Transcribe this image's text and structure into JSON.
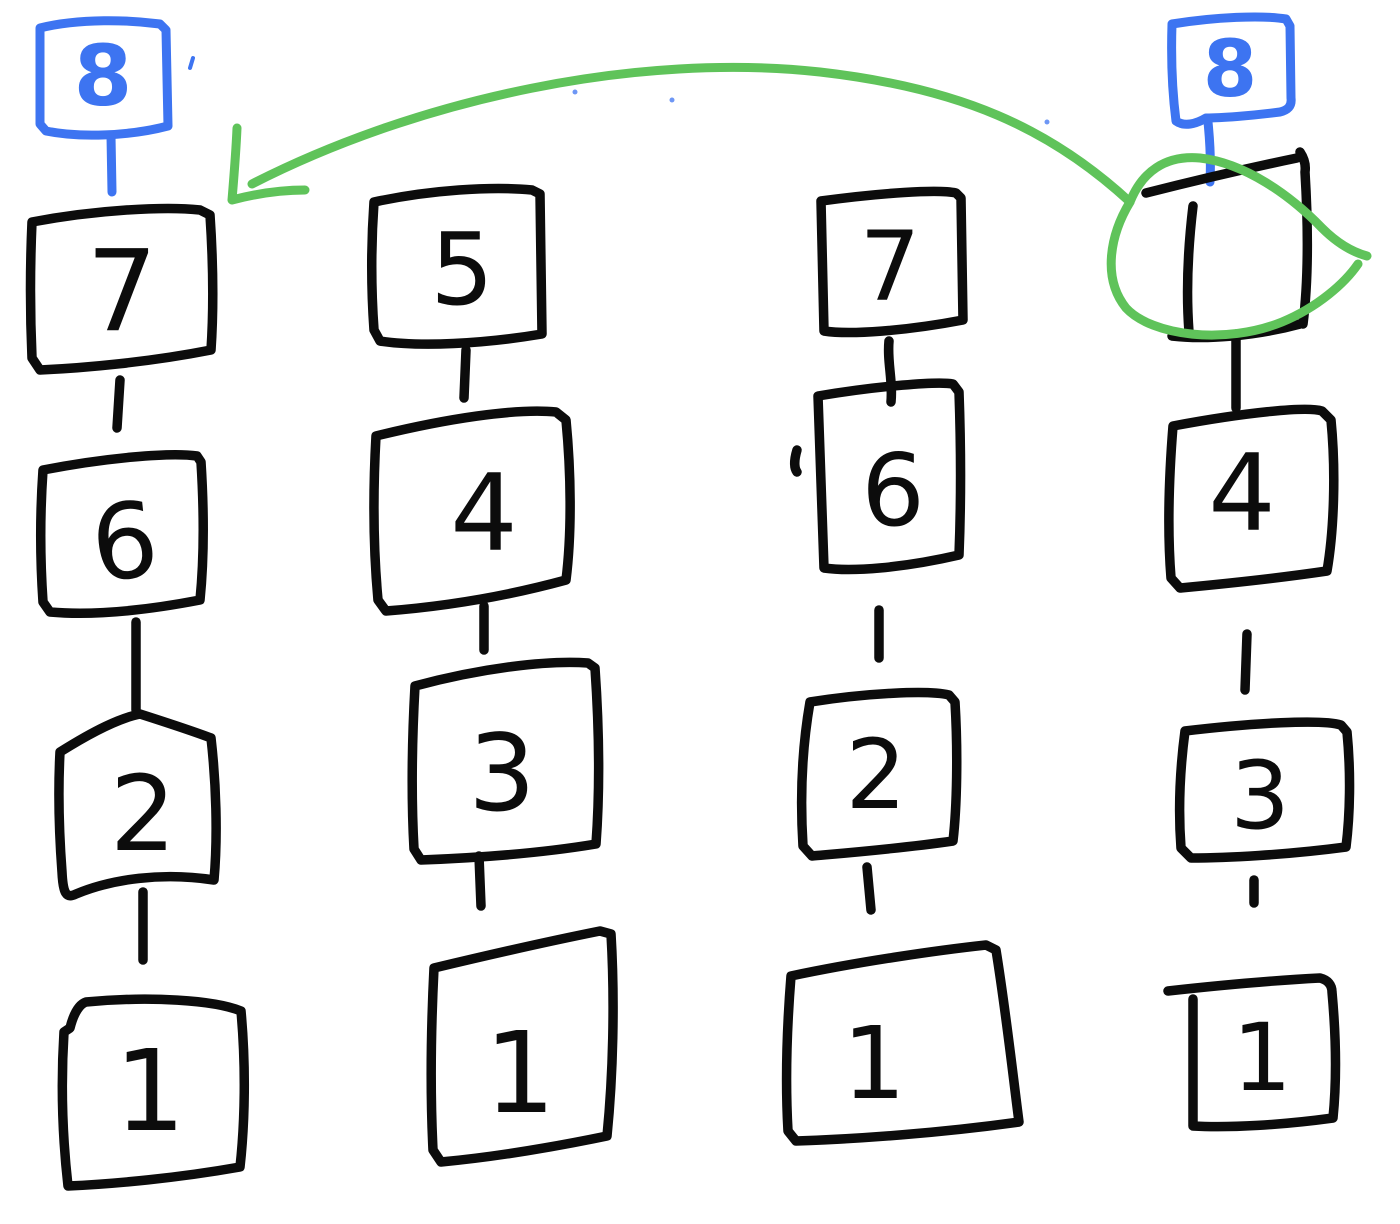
{
  "diagram": {
    "background": "#ffffff",
    "colors": {
      "ink": "#0c0c0c",
      "pointer_blue": "#3d74f1",
      "annotation_green": "#5fc35a"
    },
    "pointer_left": {
      "label": "8"
    },
    "pointer_right": {
      "label": "8"
    },
    "lists": [
      {
        "nodes": [
          "7",
          "6",
          "2",
          "1"
        ]
      },
      {
        "nodes": [
          "5",
          "4",
          "3",
          "1"
        ]
      },
      {
        "nodes": [
          "7",
          "6",
          "2",
          "1"
        ]
      },
      {
        "nodes": [
          "",
          "4",
          "3",
          "1"
        ]
      }
    ],
    "annotation": {
      "type": "curved-arrow",
      "color": "#5fc35a",
      "circled_node": "empty head node of rightmost list",
      "points_to": "head node of leftmost list"
    }
  }
}
